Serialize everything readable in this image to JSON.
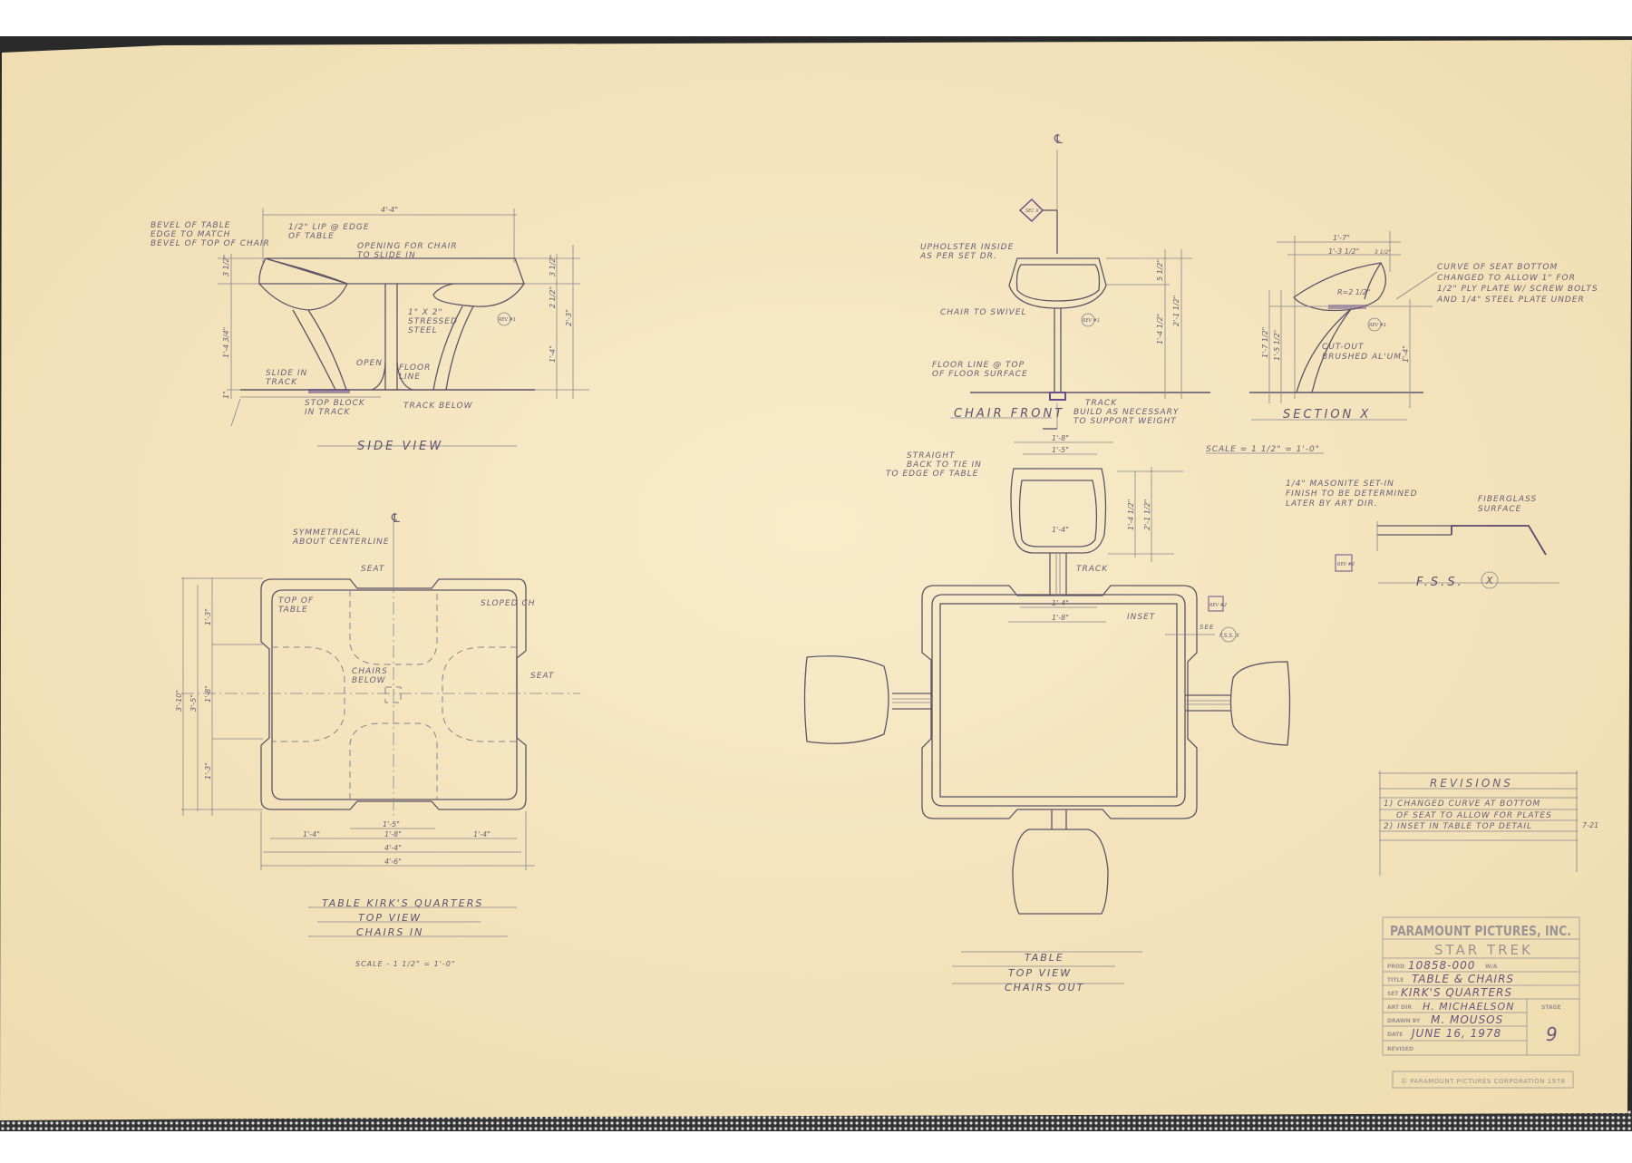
{
  "colors": {
    "paper": "#f6e8c4",
    "ink": "#5e5468",
    "purple": "#6a4e8a",
    "stamp": "#9a9494"
  },
  "side_view": {
    "title": "SIDE VIEW",
    "notes": [
      "BEVEL OF TABLE",
      "EDGE TO MATCH",
      "BEVEL OF TOP OF CHAIR",
      "1/2\" LIP @ EDGE",
      "OF TABLE",
      "OPENING FOR CHAIR",
      "TO SLIDE IN",
      "1\" X 2\"",
      "STRESSED",
      "STEEL",
      "SLIDE IN",
      "TRACK",
      "OPEN",
      "FLOOR",
      "LINE",
      "STOP BLOCK",
      "IN TRACK",
      "TRACK BELOW"
    ],
    "dims": [
      "4'-4\"",
      "3 1/2\"",
      "1'-4 3/4\"",
      "3 1/2\"",
      "2 1/2\"",
      "1'-4\"",
      "2'-3\"",
      "1\""
    ],
    "rev_tag": "REV #1"
  },
  "chair_front": {
    "title": "CHAIR FRONT",
    "centerline": "℄",
    "notes": [
      "UPHOLSTER INSIDE",
      "AS PER SET DR.",
      "CHAIR TO SWIVEL",
      "FLOOR LINE @ TOP",
      "OF FLOOR SURFACE",
      "TRACK",
      "BUILD AS NECESSARY",
      "TO SUPPORT WEIGHT"
    ],
    "dims": [
      "5 1/2\"",
      "1'-4 1/2\"",
      "2'-1 1/2\""
    ],
    "section_tag": "SEC X",
    "rev_tag": "REV #1"
  },
  "section": {
    "title": "SECTION X",
    "dims": [
      "1'-7\"",
      "1'-3 1/2\"",
      "3 1/2\"",
      "R=2 1/2\"",
      "1'-7 1/2\"",
      "1'-5 1/2\"",
      "1'-4\""
    ],
    "notes": [
      "CURVE OF SEAT BOTTOM",
      "CHANGED TO ALLOW 1\" FOR",
      "1/2\" PLY PLATE W/ SCREW BOLTS",
      "AND 1/4\" STEEL PLATE UNDER",
      "CUT-OUT",
      "BRUSHED AL'UM."
    ],
    "scale": "SCALE = 1 1/2\" = 1'-0\"",
    "rev_tag": "REV #1"
  },
  "fss_detail": {
    "notes": [
      "1/4\" MASONITE SET-IN",
      "FINISH TO BE DETERMINED",
      "LATER BY ART DIR.",
      "FIBERGLASS",
      "SURFACE"
    ],
    "title": "F.S.S.",
    "marker": "X",
    "rev_tag": "REV #2"
  },
  "top_view_in": {
    "centerline": "℄",
    "notes": [
      "SYMMETRICAL",
      "ABOUT CENTERLINE",
      "SEAT",
      "TOP OF",
      "TABLE",
      "SLOPED CH",
      "CHAIRS",
      "BELOW",
      "SEAT"
    ],
    "dims_v": [
      "3'-10\"",
      "3'-5\"",
      "1'-3\"",
      "1'-8\"",
      "1'-3\""
    ],
    "dims_h": [
      "1'-5\"",
      "1'-4\"",
      "1'-8\"",
      "1'-4\"",
      "4'-4\"",
      "4'-6\""
    ],
    "title_lines": [
      "TABLE KIRK'S QUARTERS",
      "TOP VIEW",
      "CHAIRS IN"
    ],
    "scale": "SCALE - 1 1/2\" = 1'-0\""
  },
  "top_view_out": {
    "notes": [
      "STRAIGHT",
      "BACK TO TIE IN",
      "TO EDGE OF TABLE",
      "TRACK",
      "INSET",
      "SEE",
      "F.S.S. X"
    ],
    "dims": [
      "1'-8\"",
      "1'-5\"",
      "1'-4\"",
      "1'-4\"",
      "1'-8\"",
      "1'-4 1/2\"",
      "2'-1 1/2\""
    ],
    "title_lines": [
      "TABLE",
      "TOP VIEW",
      "CHAIRS OUT"
    ],
    "rev_tag": "REV #2"
  },
  "revisions": {
    "title": "REVISIONS",
    "lines": [
      "1) CHANGED CURVE AT BOTTOM",
      "OF SEAT TO ALLOW FOR PLATES",
      "2) INSET IN TABLE TOP DETAIL"
    ],
    "date": "7-21"
  },
  "title_block": {
    "company": "PARAMOUNT PICTURES, INC.",
    "show": "STAR TREK",
    "prod_label": "PROD",
    "prod": "10858-000",
    "wa_label": "W/A",
    "title_label": "TITLE",
    "title": "TABLE & CHAIRS",
    "set_label": "SET",
    "set": "KIRK'S QUARTERS",
    "art_dir_label": "ART DIR",
    "art_dir": "H. MICHAELSON",
    "drawn_by_label": "DRAWN BY",
    "drawn_by": "M. MOUSOS",
    "date_label": "DATE",
    "date": "JUNE 16, 1978",
    "revised_label": "REVISED",
    "stage_label": "STAGE",
    "stage": "9",
    "copyright": "© PARAMOUNT PICTURES CORPORATION 1978"
  }
}
